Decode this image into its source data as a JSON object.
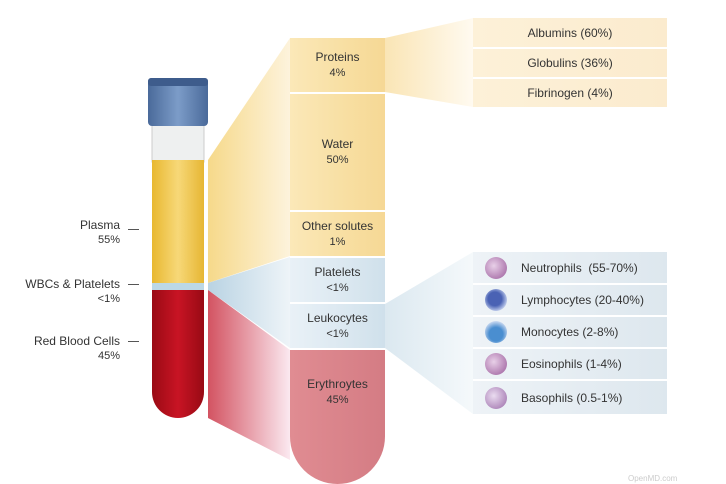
{
  "tube_labels": [
    {
      "name": "Plasma",
      "value": "55%"
    },
    {
      "name": "WBCs & Platelets",
      "value": "<1%"
    },
    {
      "name": "Red Blood Cells",
      "value": "45%"
    }
  ],
  "components": [
    {
      "name": "Proteins",
      "value": "4%"
    },
    {
      "name": "Water",
      "value": "50%"
    },
    {
      "name": "Other solutes",
      "value": "1%"
    },
    {
      "name": "Platelets",
      "value": "<1%"
    },
    {
      "name": "Leukocytes",
      "value": "<1%"
    },
    {
      "name": "Erythroytes",
      "value": "45%"
    }
  ],
  "proteins": [
    "Albumins (60%)",
    "Globulins (36%)",
    "Fibrinogen (4%)"
  ],
  "leukocytes": [
    {
      "label": "Neutrophils  (55-70%)",
      "icon": "neutrophil-icon",
      "color": "#9a5a9a"
    },
    {
      "label": "Lymphocytes (20-40%)",
      "icon": "lymphocyte-icon",
      "color": "#6a82cc"
    },
    {
      "label": "Monocytes (2-8%)",
      "icon": "monocyte-icon",
      "color": "#5a8ed0"
    },
    {
      "label": "Eosinophils (1-4%)",
      "icon": "eosinophil-icon",
      "color": "#9a5a9a"
    },
    {
      "label": "Basophils (0.5-1%)",
      "icon": "basophil-icon",
      "color": "#9a6aa8"
    }
  ],
  "watermark": "OpenMD.com"
}
